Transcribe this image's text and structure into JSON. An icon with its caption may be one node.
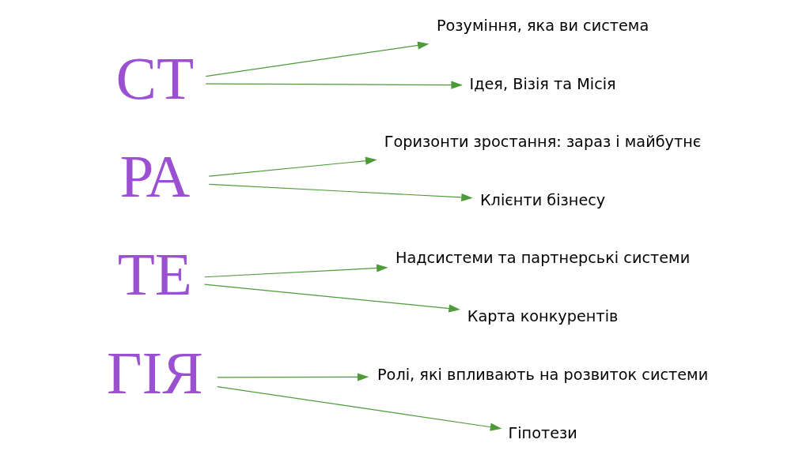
{
  "diagram": {
    "nodes": [
      {
        "text": [
          "СТ"
        ]
      },
      {
        "text": [
          "РА"
        ]
      },
      {
        "text": [
          "ТЕ"
        ]
      },
      {
        "text": [
          "ГІЯ"
        ]
      },
      {
        "text": [
          "Розуміння, яка ви система"
        ]
      },
      {
        "text": [
          "Ідея, Візія та Місія"
        ]
      },
      {
        "text": [
          "Горизонти зростання: зараз і майбутнє"
        ]
      },
      {
        "text": [
          "Клієнти бізнесу"
        ]
      },
      {
        "text": [
          "Надсистеми та партнерські системи"
        ]
      },
      {
        "text": [
          "Карта конкурентів"
        ]
      },
      {
        "text": [
          "Ролі, які впливають на розвиток системи"
        ]
      },
      {
        "text": [
          "Гіпотези"
        ]
      }
    ],
    "edges": [
      {
        "from": 0,
        "to": 4,
        "arrow": "to",
        "color": "#4e9a3a"
      },
      {
        "from": 0,
        "to": 5,
        "arrow": "to",
        "color": "#4e9a3a"
      },
      {
        "from": 1,
        "to": 6,
        "arrow": "to",
        "color": "#4e9a3a"
      },
      {
        "from": 1,
        "to": 7,
        "arrow": "to",
        "color": "#4e9a3a"
      },
      {
        "from": 2,
        "to": 8,
        "arrow": "to",
        "color": "#4e9a3a"
      },
      {
        "from": 2,
        "to": 9,
        "arrow": "to",
        "color": "#4e9a3a"
      },
      {
        "from": 3,
        "to": 10,
        "arrow": "to",
        "color": "#4e9a3a"
      },
      {
        "from": 3,
        "to": 11,
        "arrow": "to",
        "color": "#4e9a3a"
      }
    ]
  }
}
